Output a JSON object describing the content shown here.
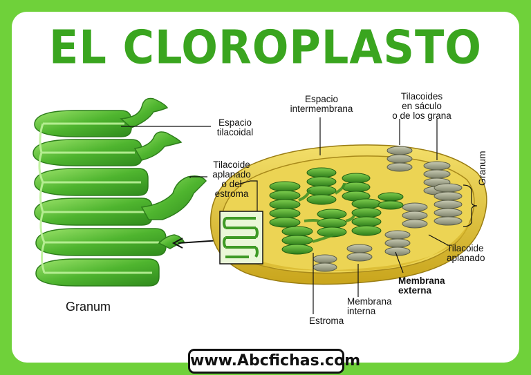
{
  "title": "EL CLOROPLASTO",
  "labels": {
    "espacio_tilacoidal": "Espacio\ntilacoidal",
    "tilacoide_aplanado_estroma": "Tilacoide\naplanado\no del\nestroma",
    "granum_left": "Granum",
    "espacio_intermembrana": "Espacio\nintermembrana",
    "tilacoides_saculo": "Tilacoides\nen sáculo\no de los grana",
    "granum_right": "Granum",
    "tilacoide_aplanado": "Tilacoide\naplanado",
    "membrana_externa": "Membrana\nexterna",
    "membrana_interna": "Membrana\ninterna",
    "estroma": "Estroma"
  },
  "footer_url": "www.Abcfichas.com",
  "colors": {
    "background": "#6fd13a",
    "title": "#3aa51f",
    "membrane": "#e6c536",
    "thylakoid": "#3f9a26",
    "thylakoid_light": "#8fdc62"
  }
}
